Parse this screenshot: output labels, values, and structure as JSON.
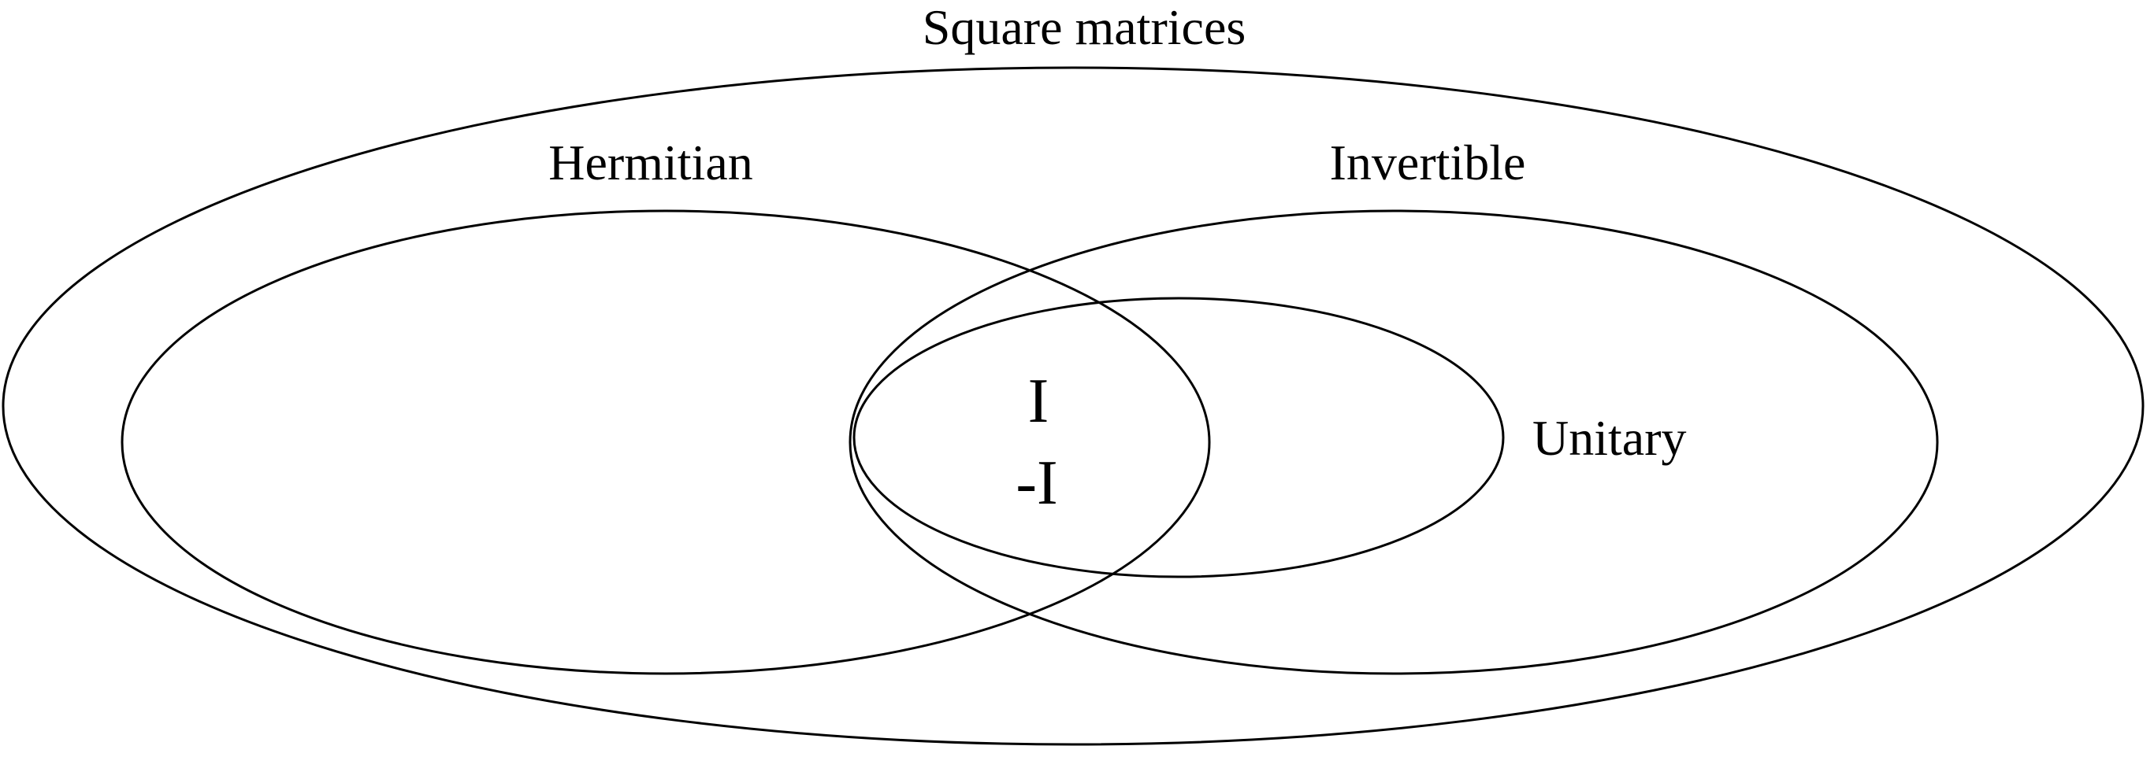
{
  "diagram": {
    "sets": {
      "square": {
        "label": "Square matrices"
      },
      "hermitian": {
        "label": "Hermitian"
      },
      "invertible": {
        "label": "Invertible"
      },
      "unitary": {
        "label": "Unitary"
      }
    },
    "intersection_members": [
      "I",
      "-I"
    ],
    "stroke_color": "#000000",
    "background_color": "#ffffff"
  }
}
